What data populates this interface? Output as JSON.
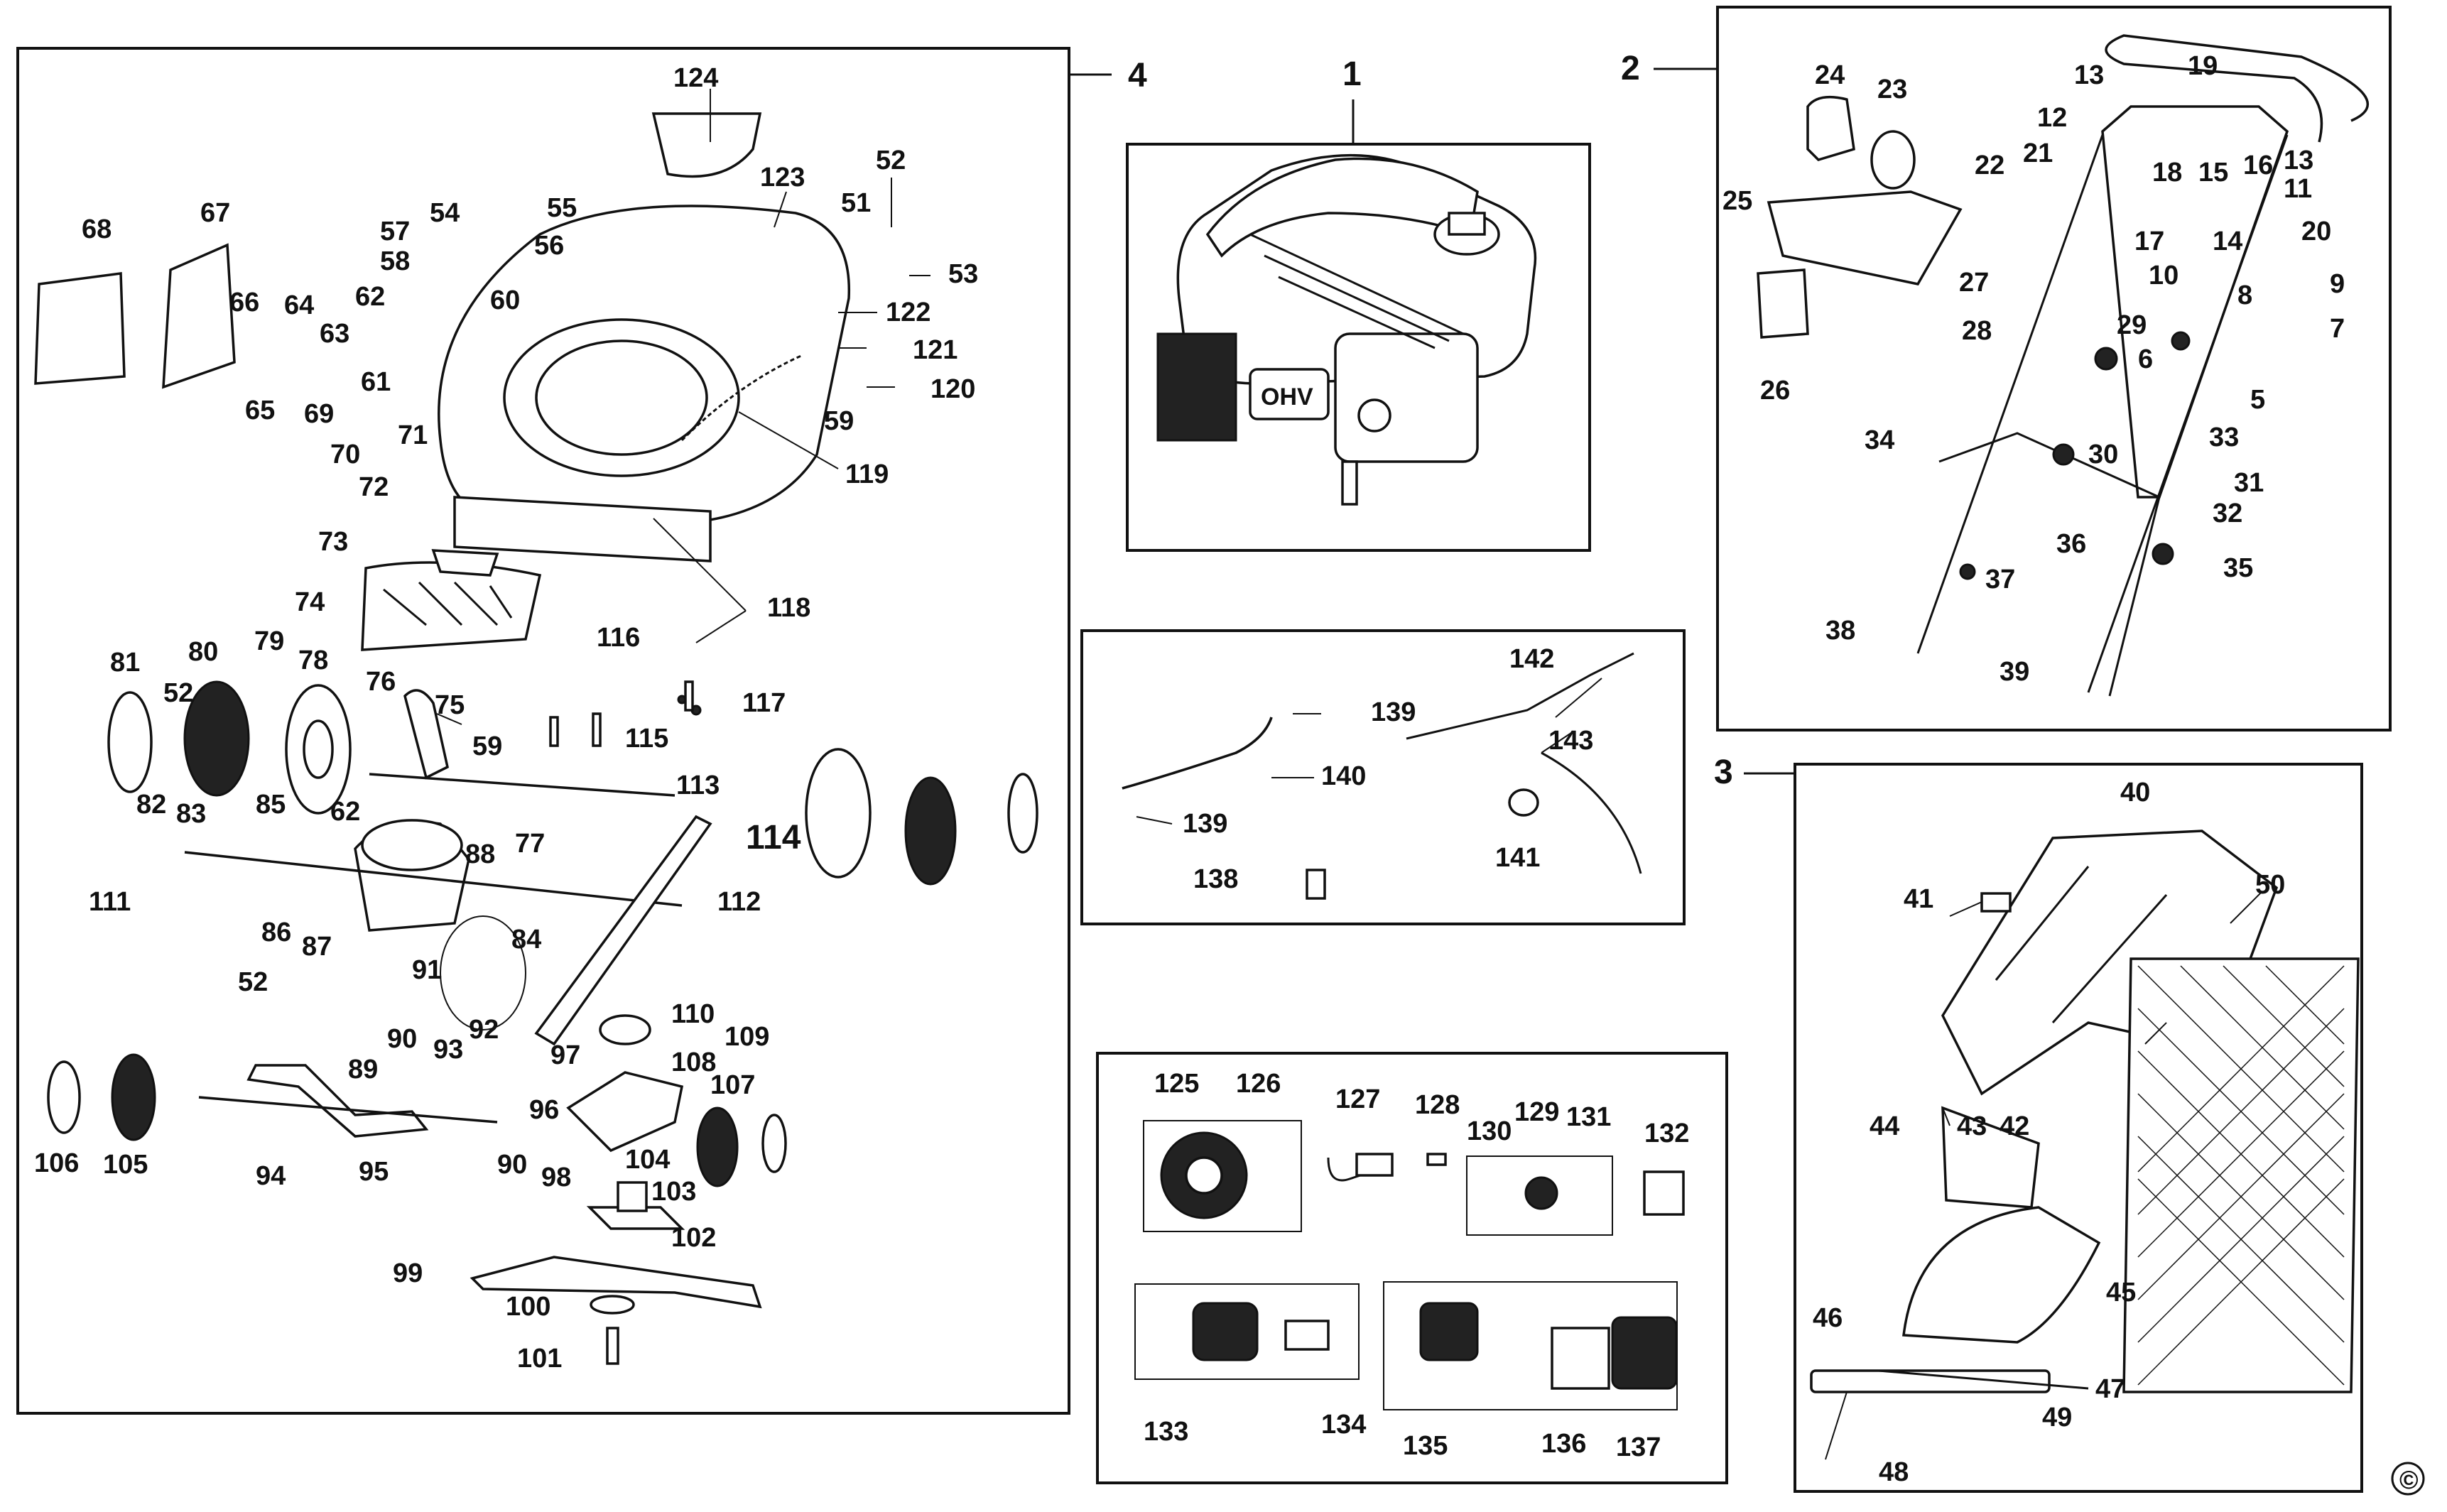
{
  "copyright_symbol": "©",
  "group_labels": {
    "g1": "1",
    "g2": "2",
    "g3": "3",
    "g4": "4"
  },
  "callouts": {
    "124": "124",
    "123": "123",
    "52": "52",
    "51": "51",
    "53": "53",
    "122": "122",
    "121": "121",
    "120": "120",
    "119": "119",
    "54": "54",
    "55": "55",
    "56": "56",
    "57": "57",
    "58": "58",
    "60": "60",
    "59": "59",
    "68": "68",
    "67": "67",
    "66": "66",
    "64": "64",
    "63": "63",
    "62": "62",
    "61": "61",
    "65": "65",
    "69": "69",
    "70": "70",
    "71": "71",
    "72": "72",
    "73": "73",
    "74": "74",
    "118": "118",
    "116": "116",
    "117": "117",
    "115": "115",
    "81": "81",
    "80": "80",
    "79": "79",
    "78": "78",
    "76": "76",
    "75": "75",
    "59b": "59",
    "62b": "62",
    "82": "82",
    "83": "83",
    "85": "85",
    "77": "77",
    "113": "113",
    "114": "114",
    "111": "111",
    "86": "86",
    "87": "87",
    "88": "88",
    "112": "112",
    "84": "84",
    "52b": "52",
    "91": "91",
    "90": "90",
    "92": "92",
    "110": "110",
    "109": "109",
    "108": "108",
    "107": "107",
    "97": "97",
    "96": "96",
    "104": "104",
    "93": "93",
    "89": "89",
    "106": "106",
    "105": "105",
    "94": "94",
    "95": "95",
    "90b": "90",
    "98": "98",
    "103": "103",
    "102": "102",
    "99": "99",
    "100": "100",
    "101": "101",
    "139a": "139",
    "142": "142",
    "143": "143",
    "140": "140",
    "139b": "139",
    "141": "141",
    "138": "138",
    "125": "125",
    "126": "126",
    "127": "127",
    "128": "128",
    "129": "129",
    "130": "130",
    "131": "131",
    "132": "132",
    "133": "133",
    "134": "134",
    "135": "135",
    "136": "136",
    "137": "137",
    "13a": "13",
    "19": "19",
    "24": "24",
    "23": "23",
    "12": "12",
    "13b": "13",
    "22": "22",
    "21": "21",
    "18": "18",
    "15": "15",
    "16": "16",
    "11": "11",
    "25": "25",
    "17": "17",
    "14": "14",
    "20": "20",
    "27": "27",
    "10": "10",
    "9": "9",
    "8": "8",
    "28": "28",
    "29": "29",
    "7": "7",
    "26": "26",
    "6": "6",
    "5": "5",
    "34": "34",
    "33": "33",
    "30": "30",
    "31": "31",
    "32": "32",
    "36": "36",
    "35": "35",
    "37": "37",
    "38": "38",
    "39": "39",
    "40": "40",
    "41": "41",
    "50": "50",
    "44": "44",
    "43": "43",
    "42": "42",
    "45": "45",
    "46": "46",
    "47": "47",
    "49": "49",
    "48": "48"
  }
}
